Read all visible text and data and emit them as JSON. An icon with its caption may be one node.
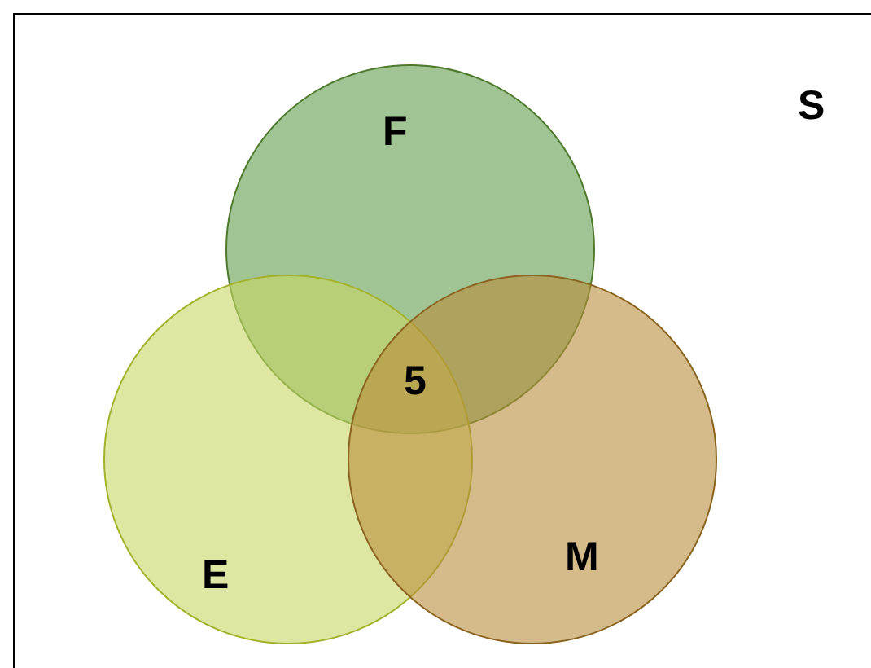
{
  "diagram": {
    "nodes": [
      {
        "text": [
          "S"
        ]
      },
      {
        "text": [
          "F"
        ],
        "in": 0
      },
      {
        "text": [
          "E"
        ],
        "in": 0
      },
      {
        "text": [
          "M"
        ],
        "in": 0
      }
    ],
    "labels": [
      "5"
    ]
  }
}
